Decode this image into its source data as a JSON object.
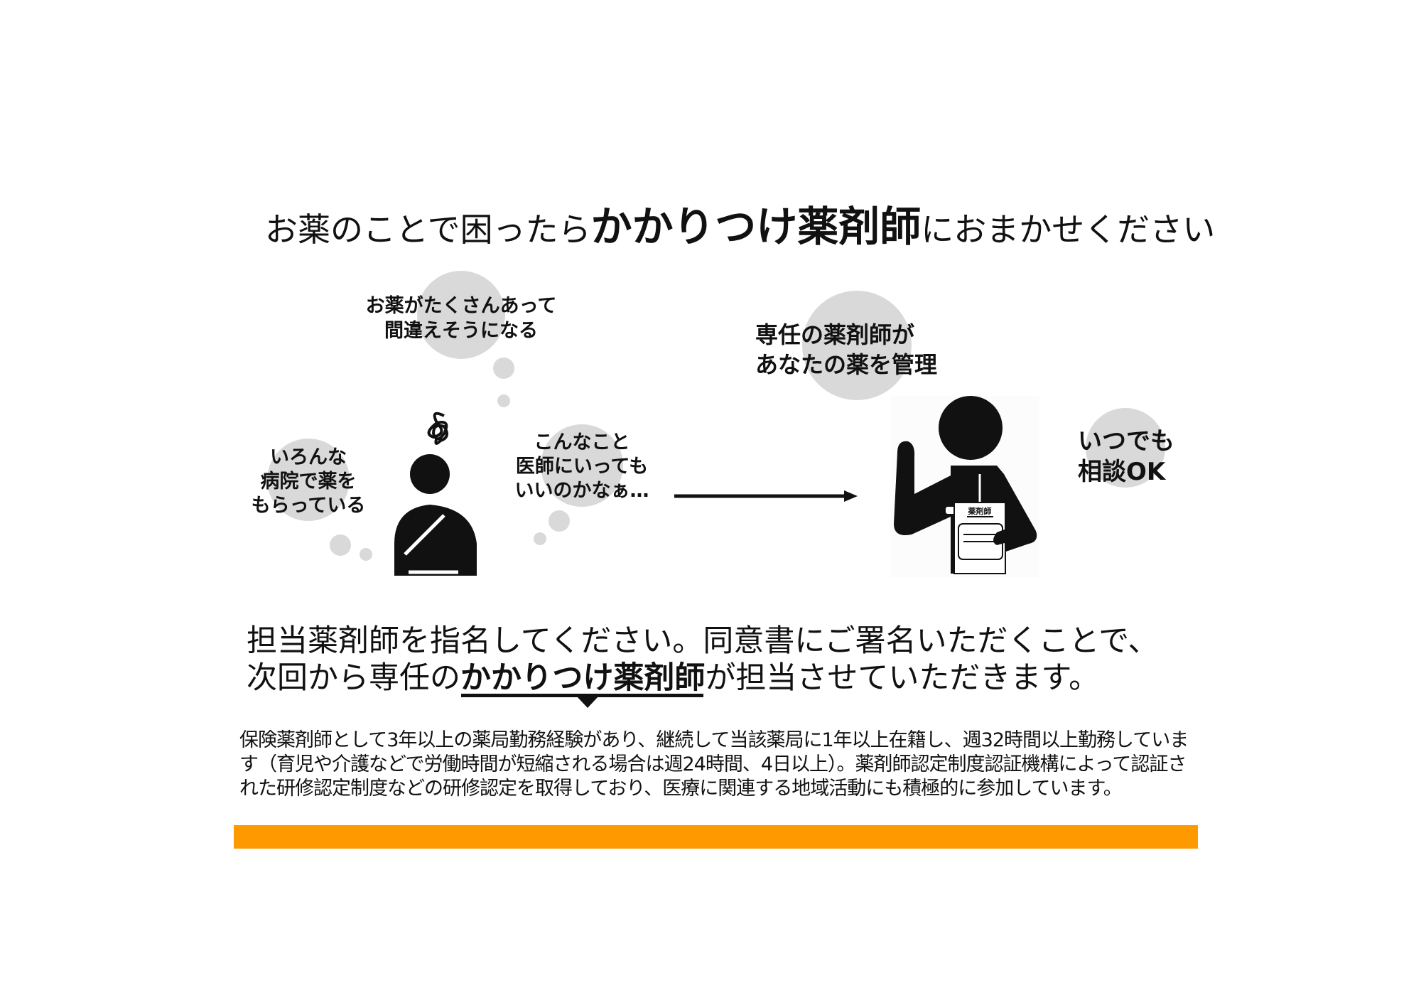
{
  "title": {
    "pre": "お薬のことで困ったら",
    "emphasis": "かかりつけ薬剤師",
    "post": "におまかせください"
  },
  "bubbles": {
    "worry_many": [
      "お薬がたくさんあって",
      "間違えそうになる"
    ],
    "worry_hospitals": [
      "いろんな",
      "病院で薬を",
      "もらっている"
    ],
    "worry_ask": [
      "こんなこと",
      "医師にいっても",
      "いいのかなぁ…"
    ],
    "pharmacist_manage": [
      "専任の薬剤師が",
      "あなたの薬を管理"
    ],
    "anytime": [
      "いつでも",
      "相談OK"
    ]
  },
  "pharmacist_badge": "薬剤師",
  "message": {
    "line1": "担当薬剤師を指名してください。同意書にご署名いただくことで、",
    "line2_pre": "次回から専任の",
    "line2_emphasis": "かかりつけ薬剤師",
    "line2_post": "が担当させていただきます。"
  },
  "description": "保険薬剤師として3年以上の薬局勤務経験があり、継続して当該薬局に1年以上在籍し、週32時間以上勤務しています（育児や介護などで労働時間が短縮される場合は週24時間、4日以上）。薬剤師認定制度認証機構によって認証された研修認定制度などの研修認定を取得しており、医療に関連する地域活動にも積極的に参加しています。",
  "colors": {
    "accent": "#FF9900",
    "bubble": "#D9D9D9"
  }
}
